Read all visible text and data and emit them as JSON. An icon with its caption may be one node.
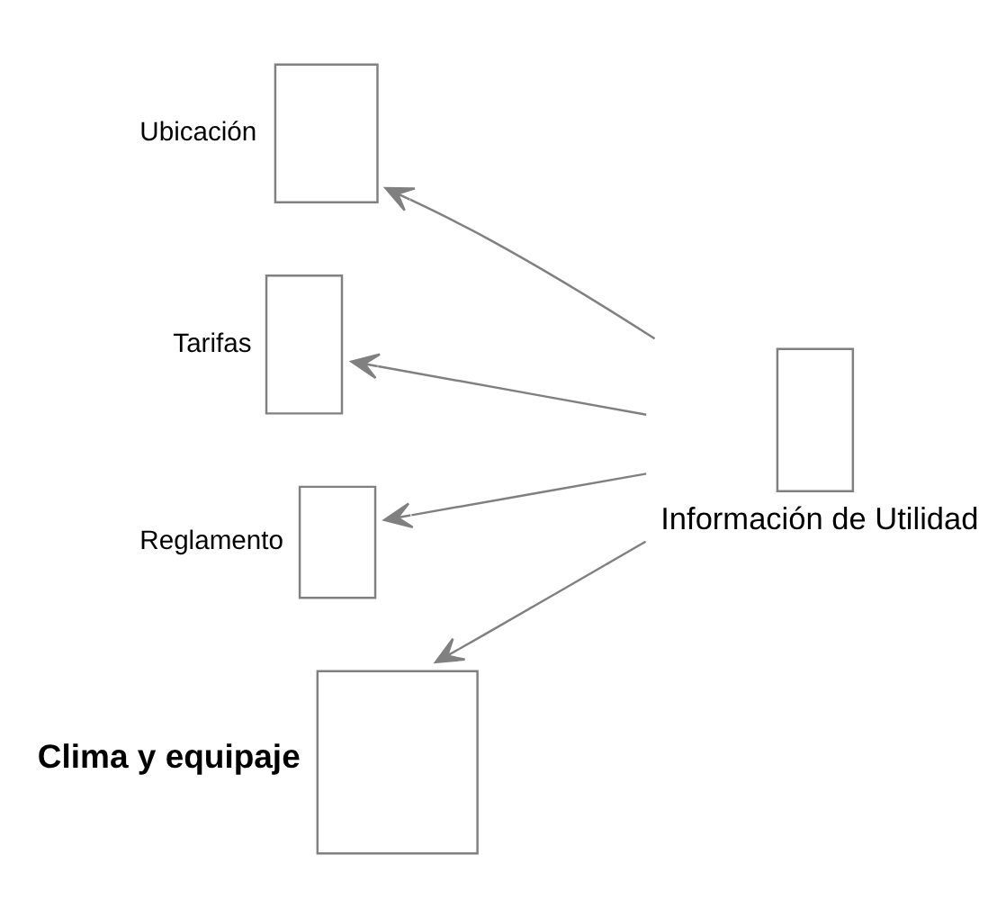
{
  "diagram": {
    "nodes": [
      {
        "text": [
          "Información de Utilidad"
        ]
      },
      {
        "text": [
          "Ubicación"
        ]
      },
      {
        "text": [
          "Tarifas"
        ]
      },
      {
        "text": [
          "Reglamento"
        ]
      },
      {
        "text": [
          "Clima y equipaje"
        ]
      }
    ],
    "edges": [
      {
        "from": 0,
        "to": 1,
        "arrow": "to"
      },
      {
        "from": 0,
        "to": 2,
        "arrow": "to"
      },
      {
        "from": 0,
        "to": 3,
        "arrow": "to"
      },
      {
        "from": 0,
        "to": 4,
        "arrow": "to"
      }
    ]
  }
}
